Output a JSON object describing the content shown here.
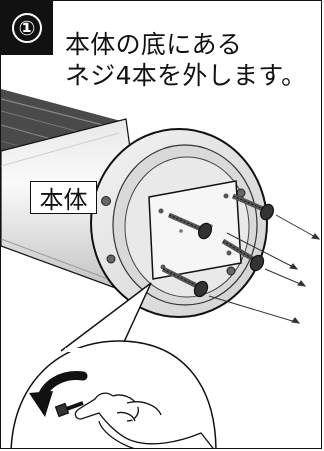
{
  "step": {
    "number": "①"
  },
  "instruction": {
    "line1": "本体の底にある",
    "line2": "ネジ4本を外します。"
  },
  "part_label": "本体"
}
